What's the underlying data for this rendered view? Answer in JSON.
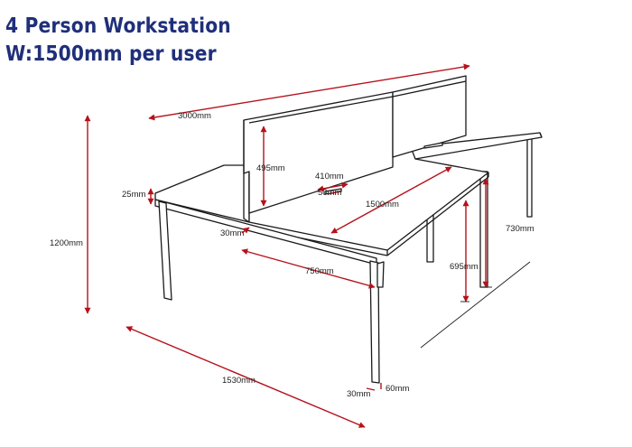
{
  "title": {
    "line1": "4 Person Workstation",
    "line2": "W:1500mm per user"
  },
  "colors": {
    "title": "#1f2f7a",
    "dimension_arrow": "#b5121b",
    "outline": "#1a1a1a"
  },
  "dimensions": {
    "length_3000": "3000mm",
    "screen_495": "495mm",
    "cable_410": "410mm",
    "cable_50": "50mm",
    "width_1500": "1500mm",
    "top_25": "25mm",
    "frame_30": "30mm",
    "height_730": "730mm",
    "height_1200": "1200mm",
    "height_695": "695mm",
    "depth_750": "750mm",
    "depth_1530": "1530mm",
    "leg_30": "30mm",
    "leg_60": "60mm"
  }
}
